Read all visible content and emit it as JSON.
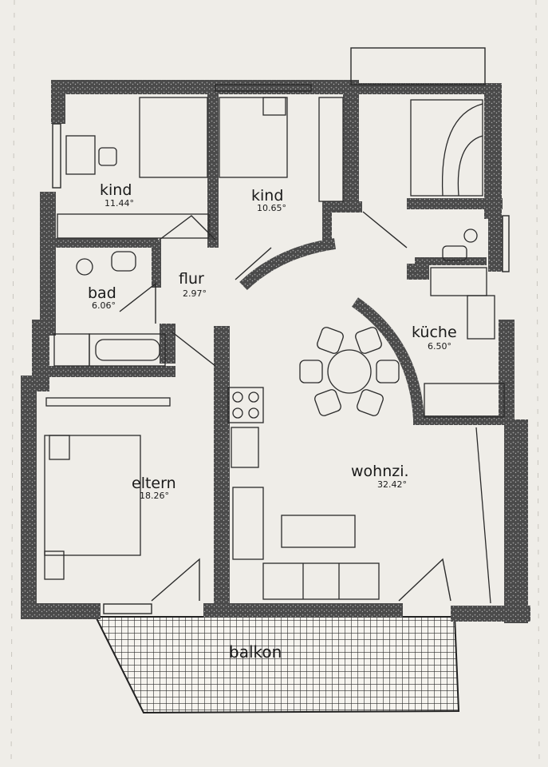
{
  "rooms": {
    "kind1": {
      "name": "kind",
      "area": "11.44°"
    },
    "kind2": {
      "name": "kind",
      "area": "10.65°"
    },
    "bad": {
      "name": "bad",
      "area": "6.06°"
    },
    "flur": {
      "name": "flur",
      "area": "2.97°"
    },
    "kueche": {
      "name": "küche",
      "area": "6.50°"
    },
    "eltern": {
      "name": "eltern",
      "area": "18.26°"
    },
    "wohnzi": {
      "name": "wohnzi.",
      "area": "32.42°"
    },
    "balkon": {
      "name": "balkon"
    }
  },
  "colors": {
    "paper": "#efede8",
    "wall": "#3a3a3a",
    "line": "#2a2a2a"
  }
}
